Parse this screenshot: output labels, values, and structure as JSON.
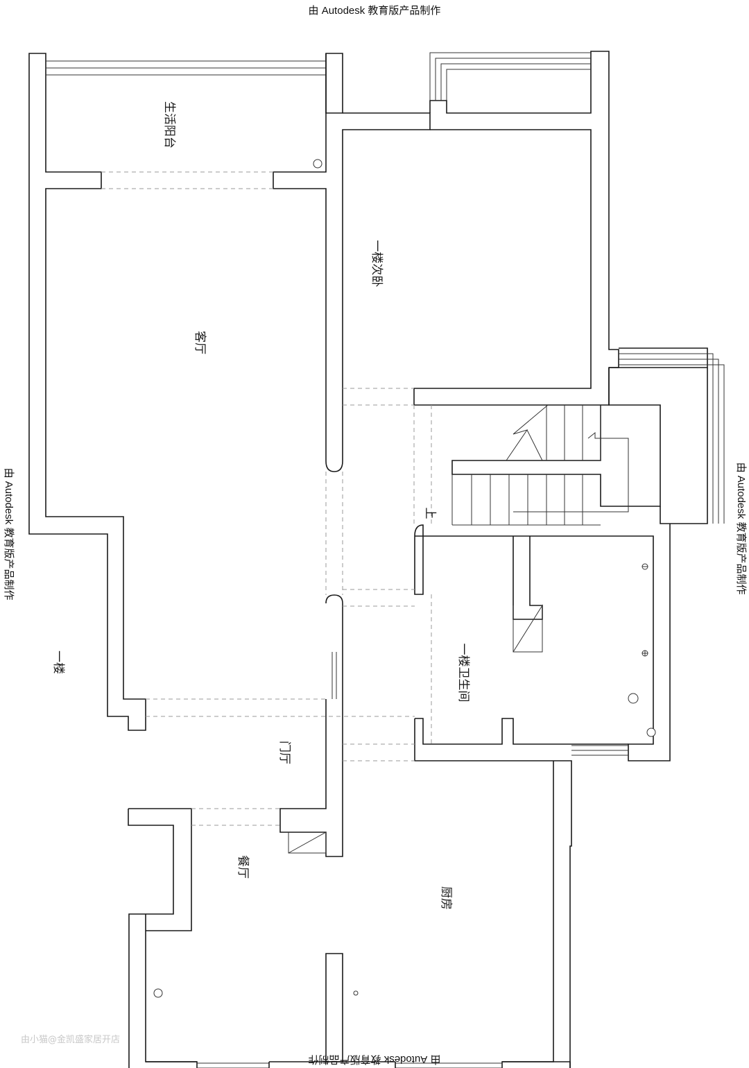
{
  "watermarks": {
    "top": "由 Autodesk 教育版产品制作",
    "bottom": "由 Autodesk 教育版产品制作",
    "left": "由 Autodesk 教育版产品制作",
    "right": "由 Autodesk 教育版产品制作"
  },
  "rooms": {
    "balcony": "生活阳台",
    "living_room": "客厅",
    "bedroom": "一楼次卧",
    "floor": "一楼",
    "stairs_up": "上",
    "bathroom": "一楼卫生间",
    "foyer": "门厅",
    "dining": "餐厅",
    "kitchen": "厨房"
  },
  "credit": "由小猫@金凯盛家居开店"
}
